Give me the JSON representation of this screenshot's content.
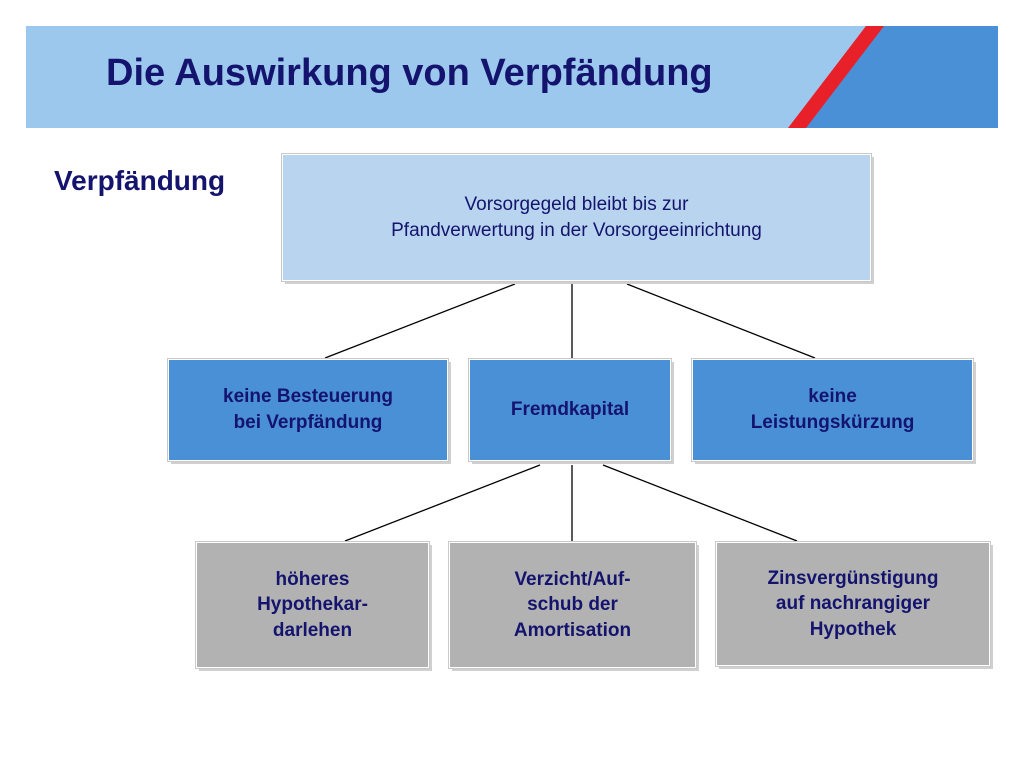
{
  "header": {
    "title": "Die Auswirkung von Verpfändung"
  },
  "side_label": "Verpfändung",
  "diagram": {
    "root": {
      "text": "Vorsorgegeld bleibt bis zur\nPfandverwertung in der Vorsorgeeinrichtung"
    },
    "level2": [
      {
        "text": "keine Besteuerung\n bei Verpfändung"
      },
      {
        "text": "Fremdkapital"
      },
      {
        "text": "keine\nLeistungskürzung"
      }
    ],
    "level3": [
      {
        "text": "höheres\nHypothekar-\ndarlehen"
      },
      {
        "text": "Verzicht/Auf-\nschub der\nAmortisation"
      },
      {
        "text": "Zinsvergünstigung\nauf nachrangiger\nHypothek"
      }
    ]
  },
  "colors": {
    "title_text": "#14146e",
    "header_bg": "#9dc8ee",
    "header_accent_blue": "#4a90d6",
    "header_accent_red": "#e8202a",
    "root_box": "#b8d4ee",
    "level2_box": "#4a90d6",
    "level3_box": "#b2b2b2"
  }
}
